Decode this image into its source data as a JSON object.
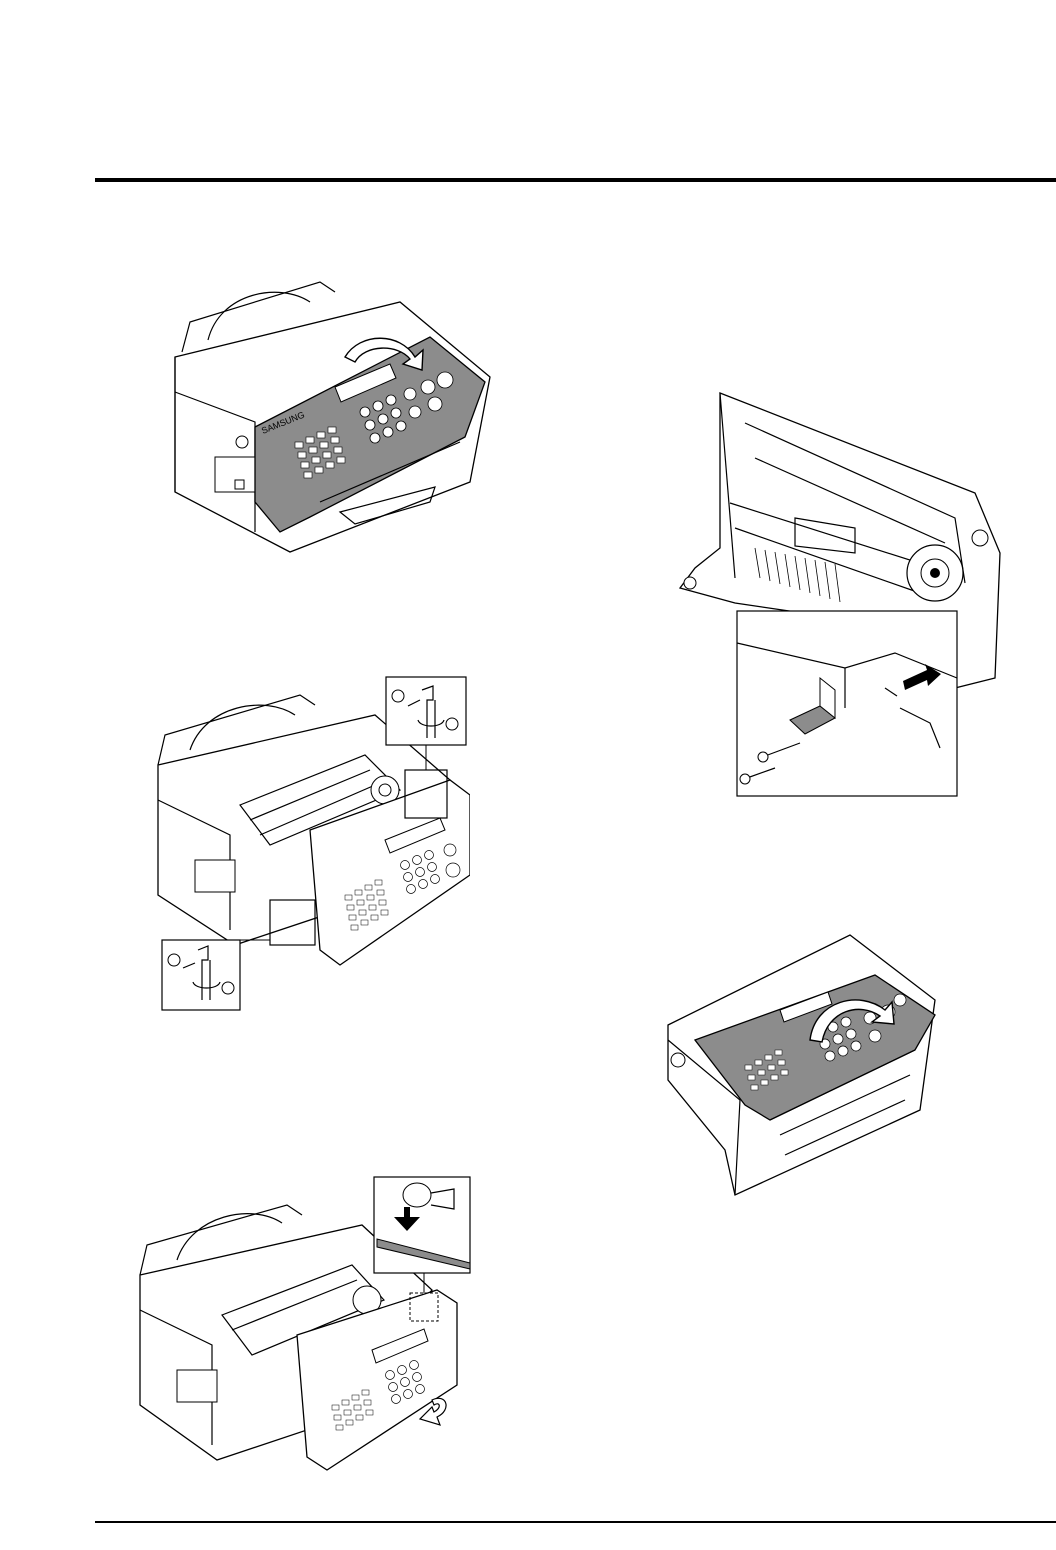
{
  "page": {
    "brand_marking": "SAMSUNG",
    "colors": {
      "panel_fill": "#8c8c8c",
      "body_fill": "#ffffff",
      "line": "#000000"
    }
  },
  "figures": [
    {
      "id": "fig-open-panel-front"
    },
    {
      "id": "fig-unhook-panel-clips"
    },
    {
      "id": "fig-release-panel-latch"
    },
    {
      "id": "fig-remove-bracket-screw"
    },
    {
      "id": "fig-rotate-panel"
    }
  ]
}
